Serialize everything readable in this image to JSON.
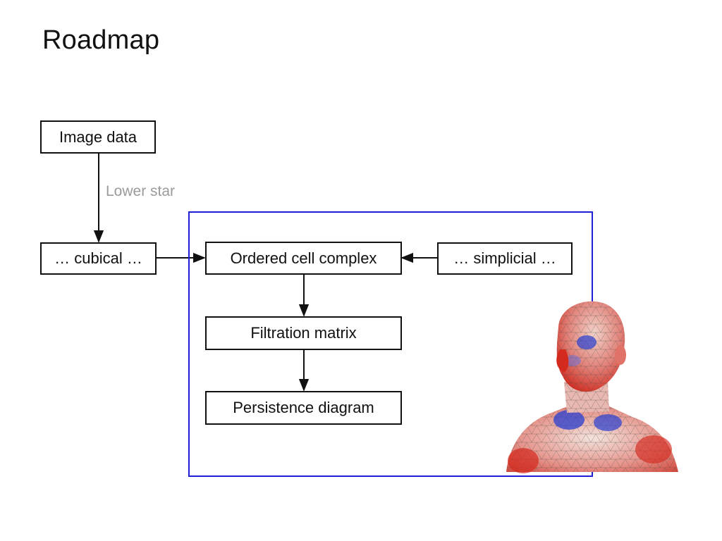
{
  "slide": {
    "title": "Roadmap"
  },
  "diagram": {
    "nodes": {
      "image_data": "Image data",
      "cubical": "… cubical …",
      "ordered_cell_complex": "Ordered cell complex",
      "simplicial": "… simplicial …",
      "filtration_matrix": "Filtration matrix",
      "persistence_diagram": "Persistence diagram"
    },
    "edge_labels": {
      "lower_star": "Lower star"
    },
    "colors": {
      "highlight_box": "#1f1fd6",
      "edge_label": "#9a9a9a",
      "mesh_red": "#d42a1e",
      "mesh_blue": "#2a3fd0"
    }
  }
}
